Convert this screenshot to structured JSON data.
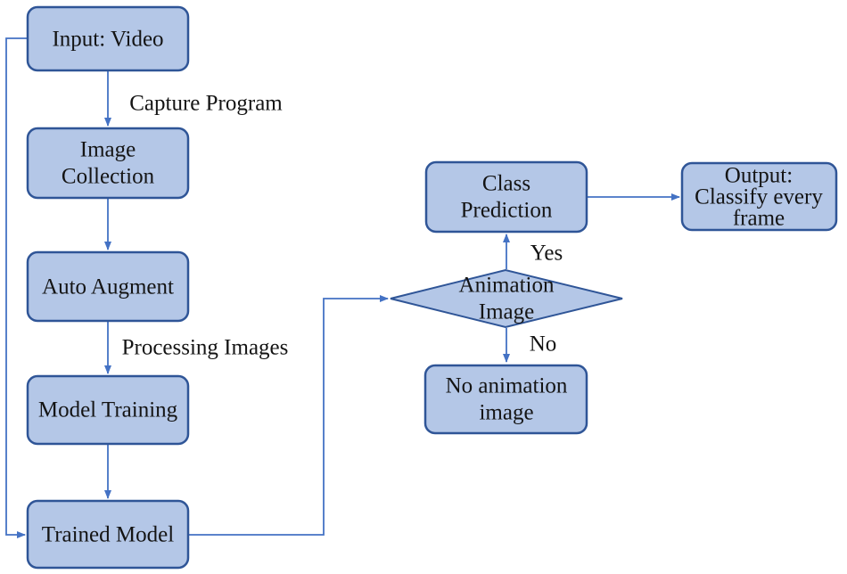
{
  "colors": {
    "box_fill": "#b4c7e7",
    "box_border": "#2f5597",
    "connector": "#4472c4",
    "text": "#141414",
    "background": "#ffffff"
  },
  "nodes": {
    "input_video": {
      "label": "Input: Video"
    },
    "image_collection": {
      "line1": "Image",
      "line2": "Collection"
    },
    "auto_augment": {
      "label": "Auto Augment"
    },
    "model_training": {
      "label": "Model Training"
    },
    "trained_model": {
      "label": "Trained Model"
    },
    "animation_image": {
      "line1": "Animation",
      "line2": "Image"
    },
    "class_prediction": {
      "line1": "Class",
      "line2": "Prediction"
    },
    "no_animation_image": {
      "line1": "No animation",
      "line2": "image"
    },
    "output": {
      "line1": "Output:",
      "line2": "Classify every",
      "line3": "frame"
    }
  },
  "edge_labels": {
    "capture_program": "Capture Program",
    "processing_images": "Processing Images",
    "yes": "Yes",
    "no": "No"
  }
}
